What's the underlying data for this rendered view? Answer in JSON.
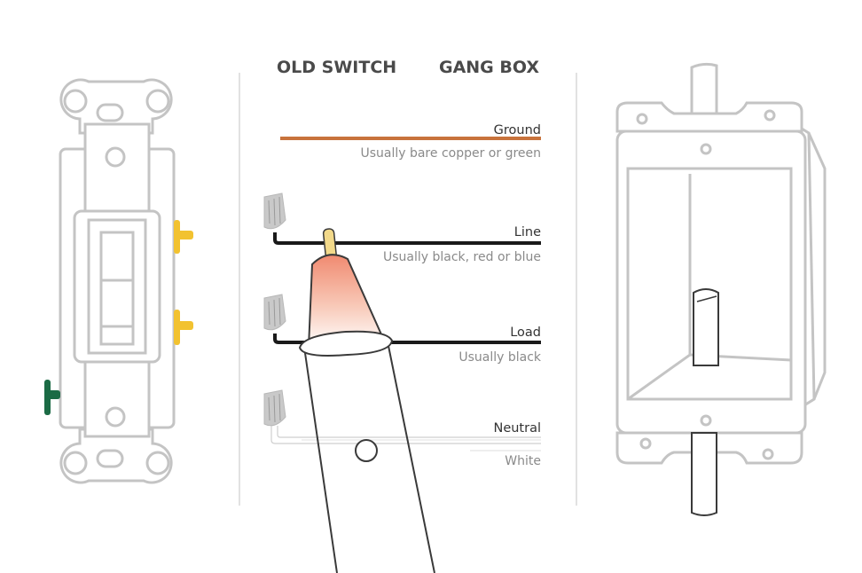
{
  "headers": {
    "old_switch": "OLD SWITCH",
    "gang_box": "GANG BOX"
  },
  "wires": [
    {
      "name": "Ground",
      "desc": "Usually bare copper or green",
      "color": "#c8733c"
    },
    {
      "name": "Line",
      "desc": "Usually black, red or blue",
      "color": "#1a1a1a"
    },
    {
      "name": "Load",
      "desc": "Usually black",
      "color": "#1a1a1a"
    },
    {
      "name": "Neutral",
      "desc": "White",
      "color": "#dddddd"
    }
  ],
  "colors": {
    "outline": "#c4c4c4",
    "brass_terminal": "#f2c230",
    "ground_terminal": "#1b6b45",
    "wire_nut": "#c9c9c9",
    "tester_tip": "#f2d98a",
    "tester_glow": "#f08a70",
    "divider": "#d8d8d8"
  },
  "icons": [
    "light-switch-icon",
    "gang-box-icon",
    "voltage-tester-icon",
    "wire-nut-icon"
  ]
}
